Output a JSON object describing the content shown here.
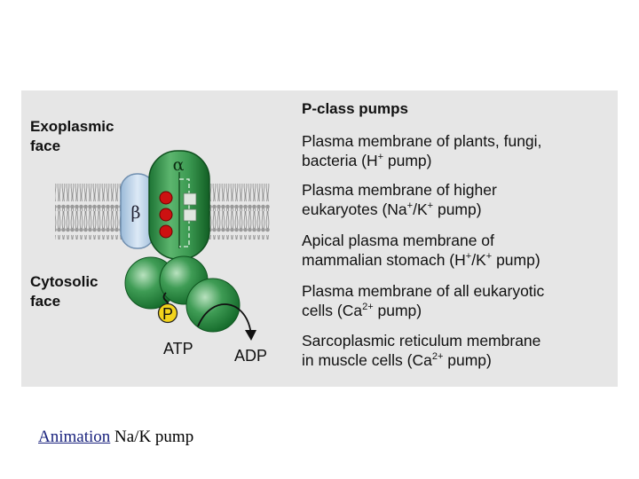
{
  "diagram": {
    "labels": {
      "exoplasmic": "Exoplasmic\nface",
      "cytosolic": "Cytosolic\nface",
      "alpha": "α",
      "beta": "β",
      "phosphate": "P",
      "atp": "ATP",
      "adp": "ADP"
    },
    "colors": {
      "background": "#e6e6e6",
      "alpha_subunit": "#2e8b45",
      "beta_subunit": "#bcd6ee",
      "ions": "#cc1111",
      "phosphate": "#f2d31b"
    }
  },
  "pumps": {
    "title": "P-class pumps",
    "items": [
      {
        "line1": "Plasma membrane of plants, fungi,",
        "line2_pre": "bacteria (H",
        "sup": "+",
        "line2_post": " pump)"
      },
      {
        "line1": "Plasma membrane of higher",
        "line2_pre": "eukaryotes (Na",
        "sup": "+",
        "line2_mid": "/K",
        "sup2": "+",
        "line2_post": " pump)"
      },
      {
        "line1": "Apical plasma membrane of",
        "line2_pre": "mammalian stomach (H",
        "sup": "+",
        "line2_mid": "/K",
        "sup2": "+",
        "line2_post": " pump)"
      },
      {
        "line1": "Plasma membrane of all eukaryotic",
        "line2_pre": "cells (Ca",
        "sup": "2+",
        "line2_post": " pump)"
      },
      {
        "line1": "Sarcoplasmic reticulum membrane",
        "line2_pre": "in muscle cells (Ca",
        "sup": "2+",
        "line2_post": " pump)"
      }
    ]
  },
  "caption": {
    "link": "Animation",
    "text": " Na/K pump"
  }
}
